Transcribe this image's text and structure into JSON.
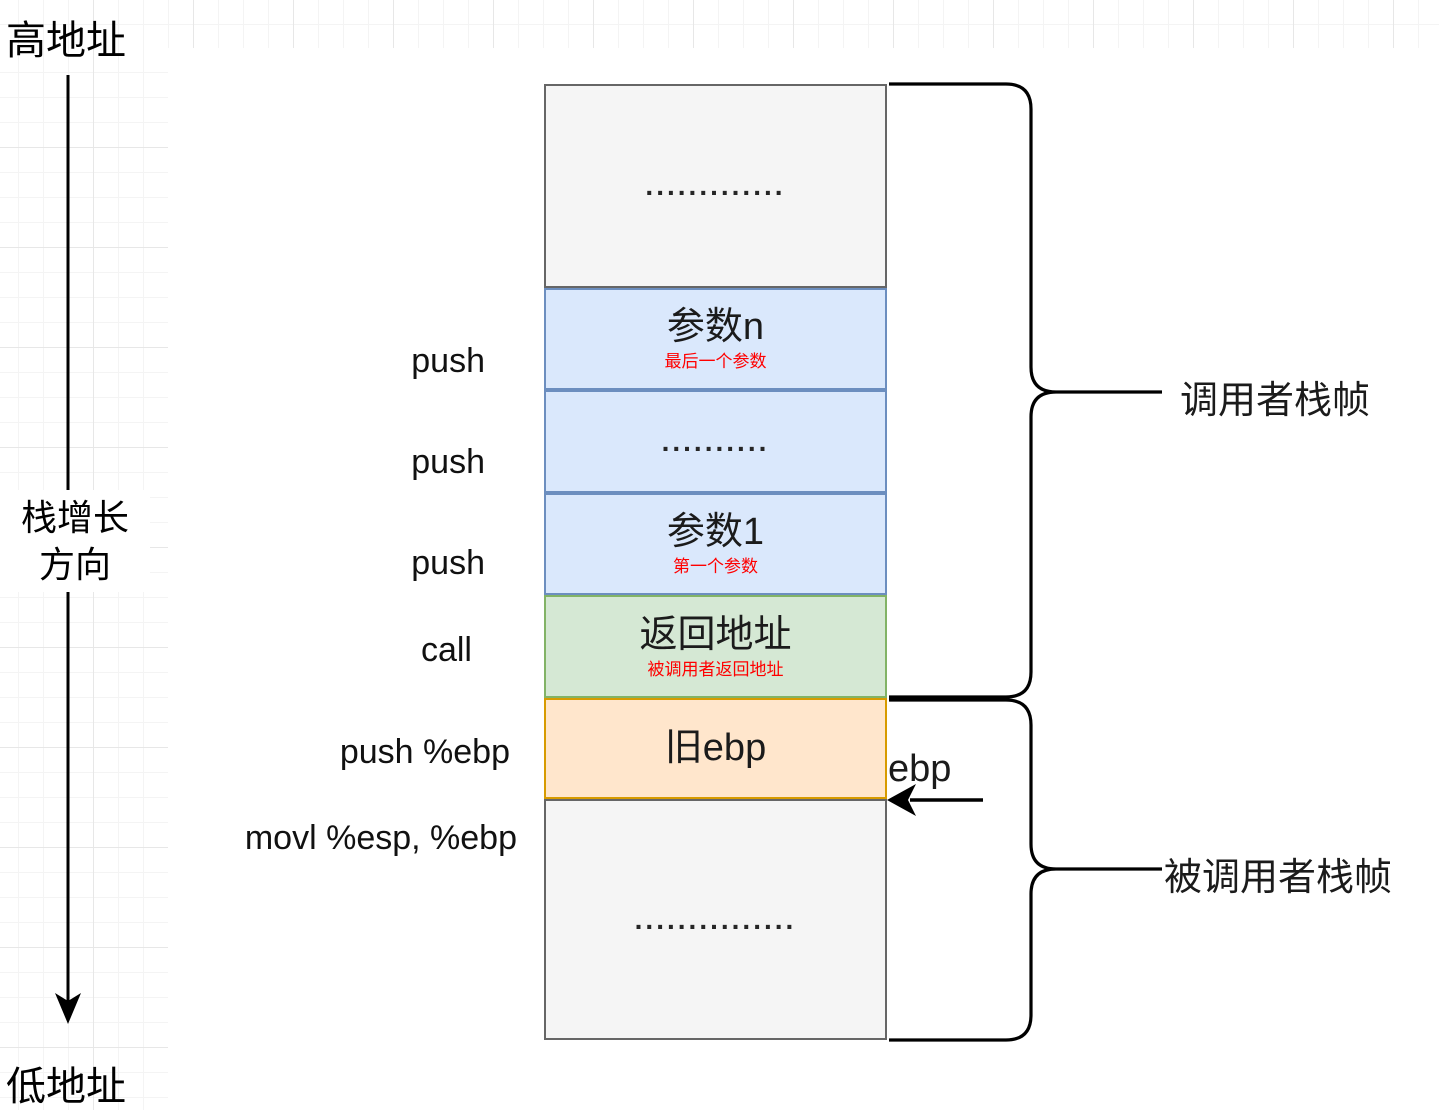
{
  "address_labels": {
    "high": "高地址",
    "low": "低地址",
    "growth_line1": "栈增长",
    "growth_line2": "方向"
  },
  "instructions": [
    "push",
    "push",
    "push",
    "call",
    "push %ebp",
    "movl %esp, %ebp"
  ],
  "stack_cells": [
    {
      "text": ".............",
      "color": "gray"
    },
    {
      "text": "参数n",
      "subtext": "最后一个参数",
      "color": "blue"
    },
    {
      "text": "..........",
      "color": "blue"
    },
    {
      "text": "参数1",
      "subtext": "第一个参数",
      "color": "blue"
    },
    {
      "text": "返回地址",
      "subtext": "被调用者返回地址",
      "color": "green"
    },
    {
      "text": "旧ebp",
      "color": "orange"
    },
    {
      "text": "...............",
      "color": "gray"
    }
  ],
  "frame_labels": {
    "caller": "调用者栈帧",
    "callee": "被调用者栈帧"
  },
  "pointer_label": "ebp",
  "colors": {
    "cell_gray_fill": "#f5f5f5",
    "cell_gray_stroke": "#666666",
    "cell_blue_fill": "#dae8fc",
    "cell_blue_stroke": "#6c8ebf",
    "cell_green_fill": "#d5e8d4",
    "cell_green_stroke": "#82b366",
    "cell_orange_fill": "#ffe6cc",
    "cell_orange_stroke": "#d79b00",
    "subtext_red": "#ff0000",
    "line_black": "#000000"
  }
}
